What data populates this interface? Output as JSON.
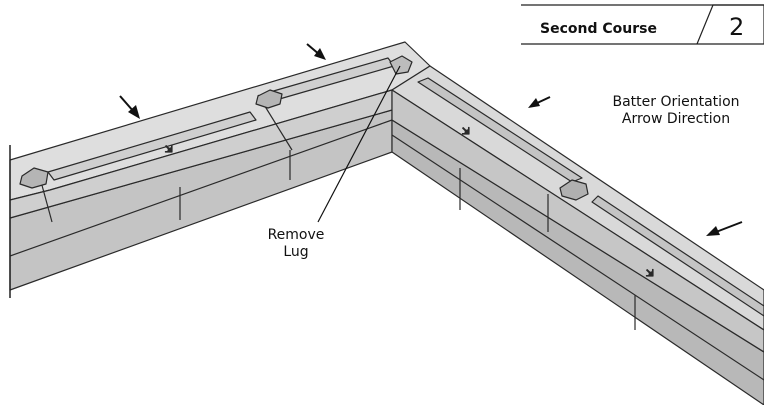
{
  "header": {
    "title": "Second Course",
    "step_number": "2"
  },
  "callouts": {
    "remove_lug": {
      "line1": "Remove",
      "line2": "Lug"
    },
    "batter": {
      "line1": "Batter Orientation",
      "line2": "Arrow Direction"
    }
  },
  "colors": {
    "block_top": "#dcdcdc",
    "block_face": "#c8c8c8",
    "block_dark": "#a9a9a9",
    "outline": "#2a2a2a",
    "text": "#111111"
  }
}
